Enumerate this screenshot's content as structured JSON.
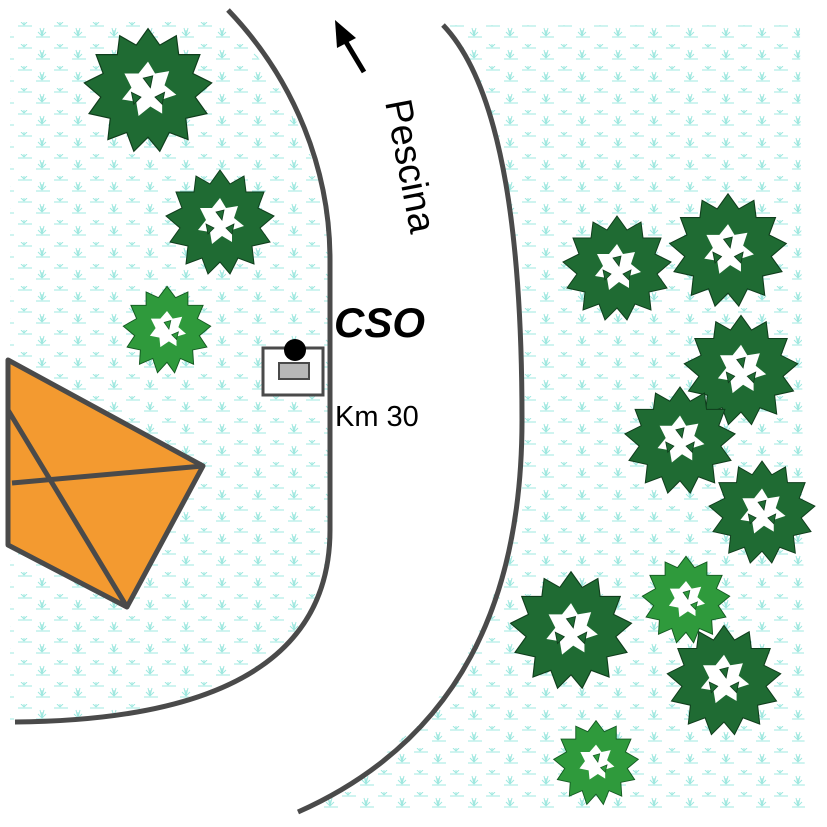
{
  "map": {
    "road_name": "Pescina",
    "site_label": "CSO",
    "kilometer_marker": "Km 30",
    "colors": {
      "grass_pattern": "#9fe8e0",
      "road_edge": "#4a4a4a",
      "building_fill": "#f39a30",
      "tree_dark": "#1f6b33",
      "tree_light": "#2f9a3c",
      "text": "#000000"
    },
    "icons": [
      "direction-arrow-icon",
      "manhole-icon",
      "tree-icon",
      "building-icon"
    ]
  }
}
